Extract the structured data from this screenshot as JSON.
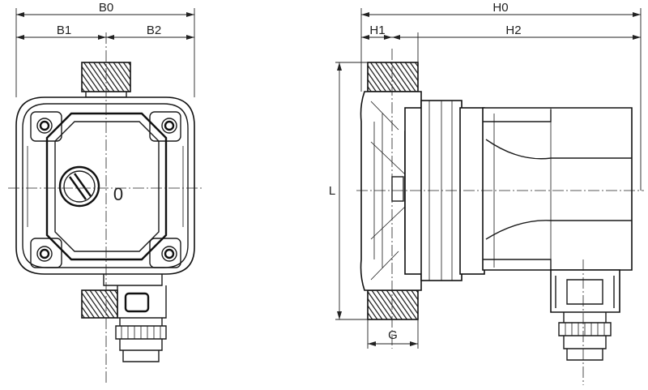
{
  "dimensions": {
    "B0": "B0",
    "B1": "B1",
    "B2": "B2",
    "H0": "H0",
    "H1": "H1",
    "H2": "H2",
    "L": "L",
    "G": "G"
  },
  "front_view": {
    "dial_symbol": "0"
  }
}
